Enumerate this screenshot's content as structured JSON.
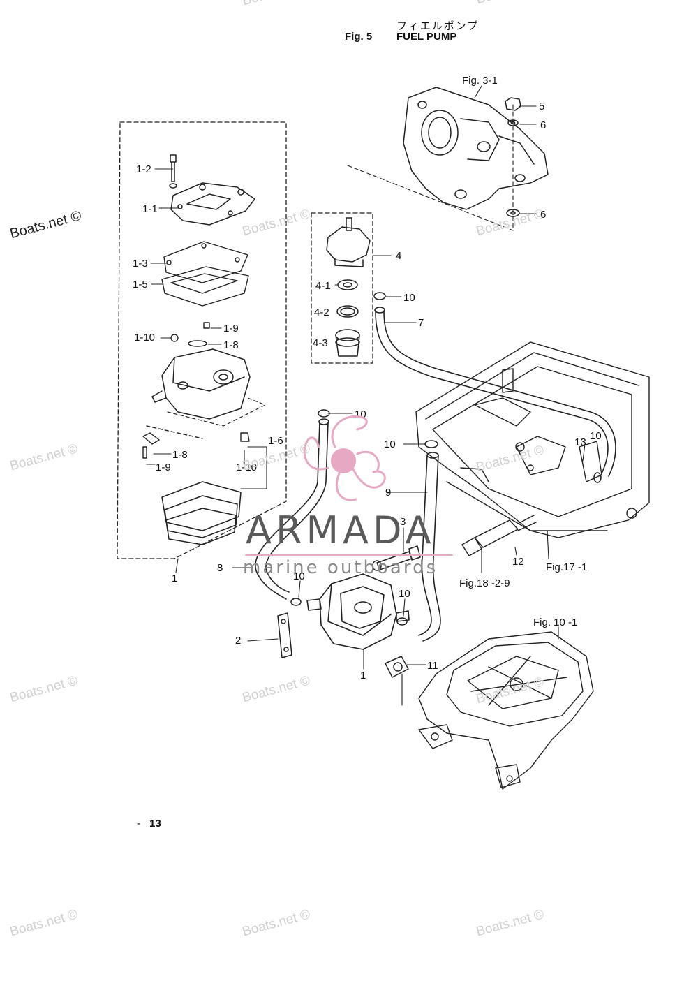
{
  "header": {
    "japanese_title": "フィエルポンプ",
    "fig_number": "Fig. 5",
    "title": "FUEL PUMP"
  },
  "page_number": "13",
  "watermarks": {
    "text": "Boats.net ©"
  },
  "brand": {
    "name": "ARMADA",
    "tagline": "marine outboards",
    "logo_color": "#e7a8c4"
  },
  "callouts": [
    "1-2",
    "1-1",
    "1-3",
    "1-5",
    "1-10",
    "1-9",
    "1-8",
    "1-6",
    "1-8",
    "1-9",
    "1-10",
    "1",
    "5",
    "6",
    "6",
    "4",
    "4-1",
    "10",
    "4-2",
    "7",
    "4-3",
    "10",
    "10",
    "13",
    "10",
    "9",
    "3",
    "12",
    "8",
    "10",
    "10",
    "2",
    "1",
    "11"
  ],
  "references": [
    "Fig. 3-1",
    "Fig.17 -1",
    "Fig.18 -2-9",
    "Fig. 10 -1"
  ]
}
